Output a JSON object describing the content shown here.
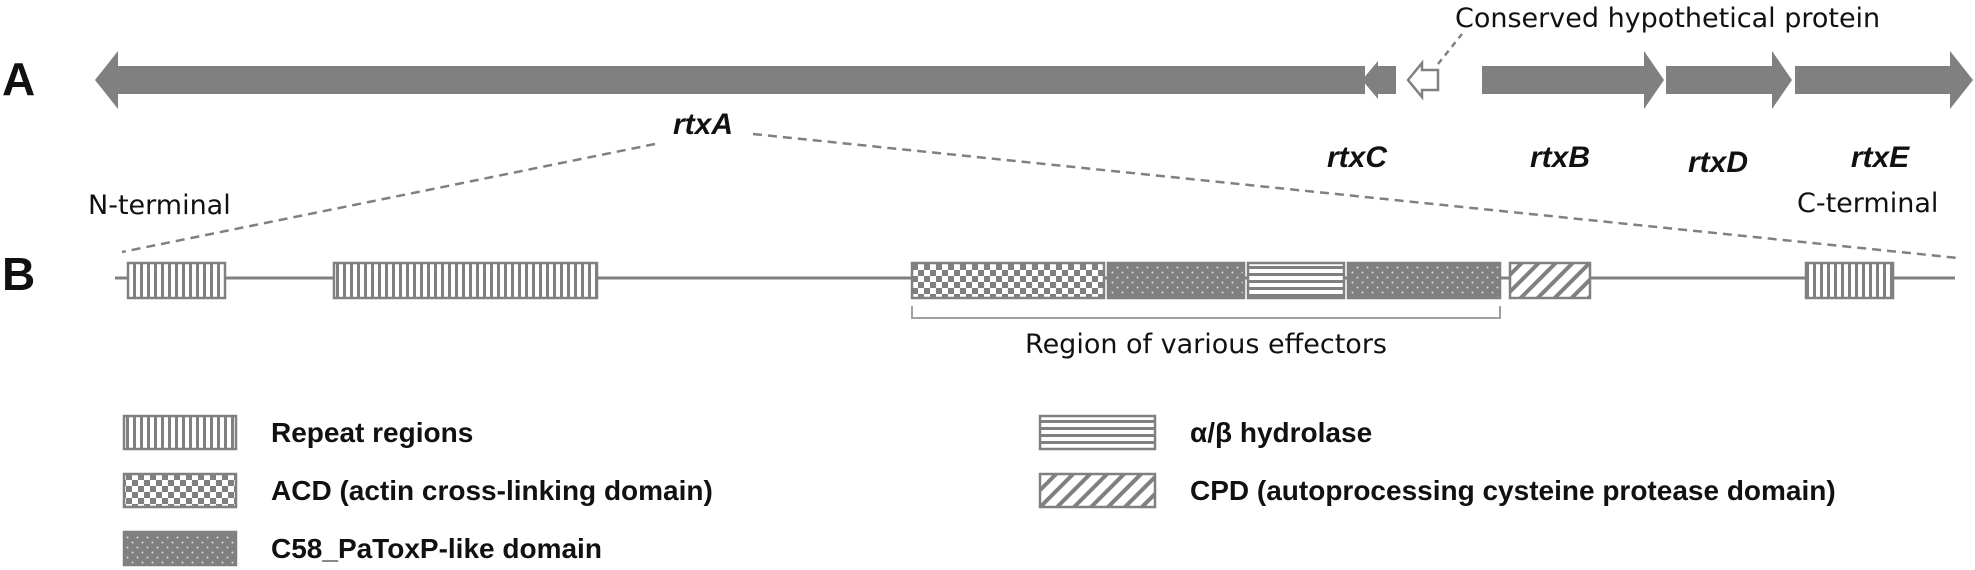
{
  "panels": {
    "a": "A",
    "b": "B"
  },
  "genes": {
    "rtxA": "rtxA",
    "rtxC": "rtxC",
    "rtxB": "rtxB",
    "rtxD": "rtxD",
    "rtxE": "rtxE",
    "hypothetical": "Conserved hypothetical protein"
  },
  "protein": {
    "n_terminal": "N-terminal",
    "c_terminal": "C-terminal",
    "effector_region": "Region of various effectors"
  },
  "legend": {
    "repeat": "Repeat regions",
    "acd": "ACD (actin cross-linking domain)",
    "c58": "C58_PaToxP-like domain",
    "hydrolase": "α/β hydrolase",
    "cpd": "CPD (autoprocessing cysteine protease domain)"
  },
  "colors": {
    "gene_fill": "#808080",
    "outline": "#808080",
    "text": "#111111"
  }
}
